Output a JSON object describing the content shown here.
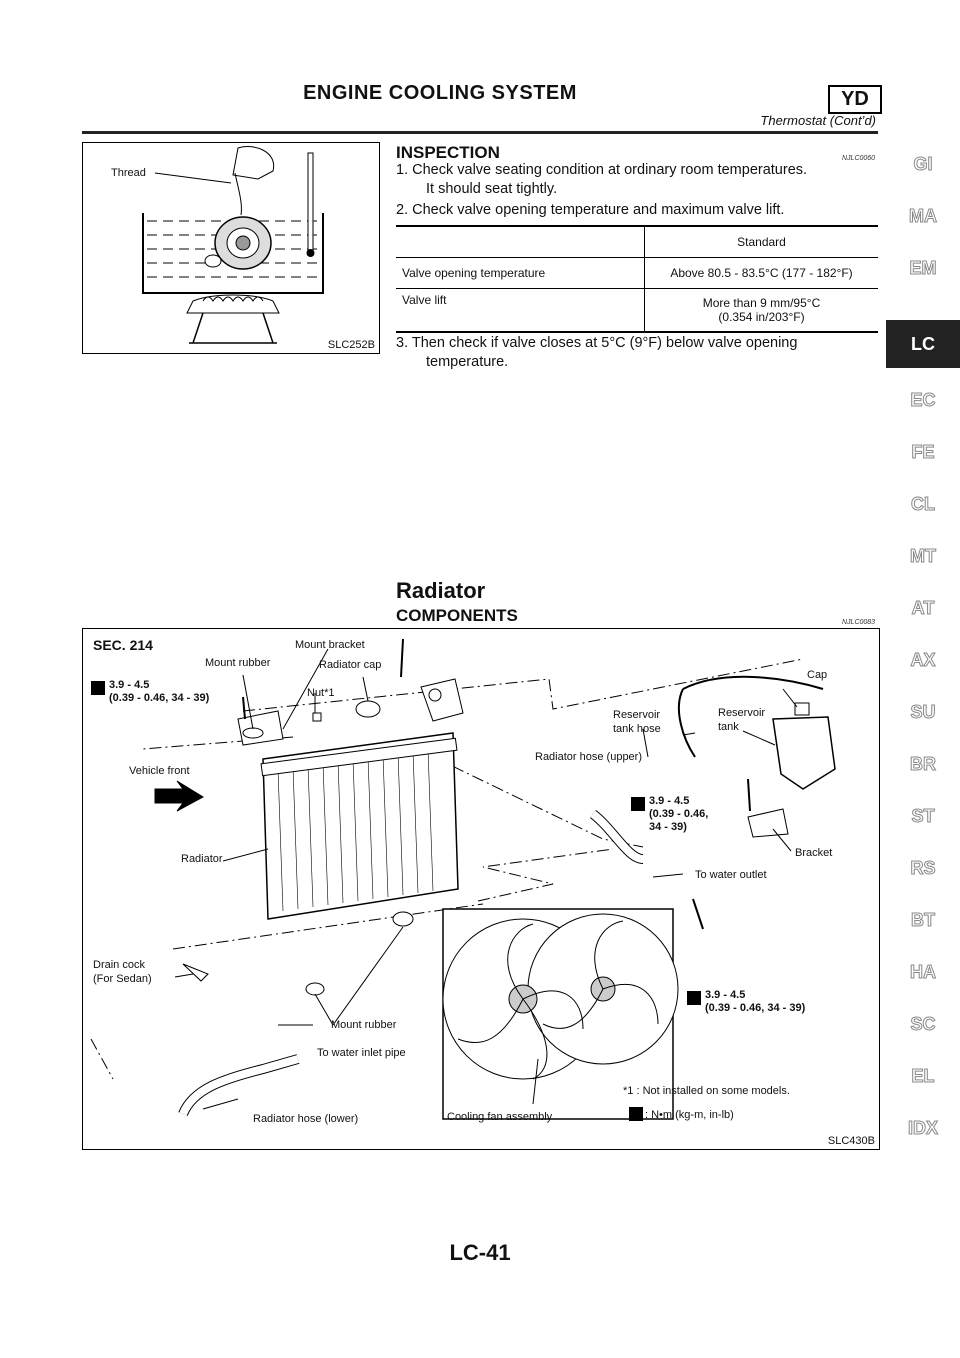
{
  "header": {
    "title": "ENGINE COOLING SYSTEM",
    "badge": "YD",
    "subtitle": "Thermostat (Cont’d)"
  },
  "figure1": {
    "code": "SLC252B",
    "label_thread": "Thread"
  },
  "inspection": {
    "heading": "INSPECTION",
    "ref": "NJLC0060",
    "step1_line1": "1. Check valve seating condition at ordinary room temperatures.",
    "step1_line2": "It should seat tightly.",
    "step2": "2. Check valve opening temperature and maximum valve lift.",
    "table": {
      "header": "Standard",
      "rows": [
        {
          "label": "Valve opening temperature",
          "value": "Above 80.5 - 83.5°C (177 - 182°F)"
        },
        {
          "label": "Valve lift",
          "value": "More than 9 mm/95°C",
          "value2": "(0.354 in/203°F)"
        }
      ]
    },
    "step3_line1": "3. Then check if valve closes at 5°C (9°F) below valve opening",
    "step3_line2": "temperature."
  },
  "radiator": {
    "heading": "Radiator",
    "subheading": "COMPONENTS",
    "ref": "NJLC0083"
  },
  "figure2": {
    "code": "SLC430B",
    "sec": "SEC. 214",
    "labels": {
      "mount_bracket": "Mount bracket",
      "mount_rubber_top": "Mount rubber",
      "radiator_cap": "Radiator cap",
      "nut1": "Nut*1",
      "cap": "Cap",
      "reservoir_tank_hose_1": "Reservoir",
      "reservoir_tank_hose_2": "tank hose",
      "reservoir_tank_1": "Reservoir",
      "reservoir_tank_2": "tank",
      "vehicle_front": "Vehicle front",
      "radiator_hose_upper": "Radiator hose (upper)",
      "radiator": "Radiator",
      "bracket": "Bracket",
      "to_water_outlet": "To water outlet",
      "drain_cock_1": "Drain cock",
      "drain_cock_2": "(For Sedan)",
      "mount_rubber_bottom": "Mount rubber",
      "to_water_inlet": "To water inlet pipe",
      "radiator_hose_lower": "Radiator hose (lower)",
      "cooling_fan": "Cooling fan assembly",
      "note1": "*1 : Not installed on some models.",
      "unit": ": N•m (kg-m, in-lb)"
    },
    "torque1_a": "3.9 - 4.5",
    "torque1_b": "(0.39 - 0.46, 34 - 39)",
    "torque2_a": "3.9 - 4.5",
    "torque2_b": "(0.39 - 0.46,",
    "torque2_c": "34 - 39)",
    "torque3_a": "3.9 - 4.5",
    "torque3_b": "(0.39 - 0.46, 34 - 39)"
  },
  "side_tabs": [
    "GI",
    "MA",
    "EM",
    "LC",
    "EC",
    "FE",
    "CL",
    "MT",
    "AT",
    "AX",
    "SU",
    "BR",
    "ST",
    "RS",
    "BT",
    "HA",
    "SC",
    "EL",
    "IDX"
  ],
  "active_tab": "LC",
  "page_number": "LC-41"
}
